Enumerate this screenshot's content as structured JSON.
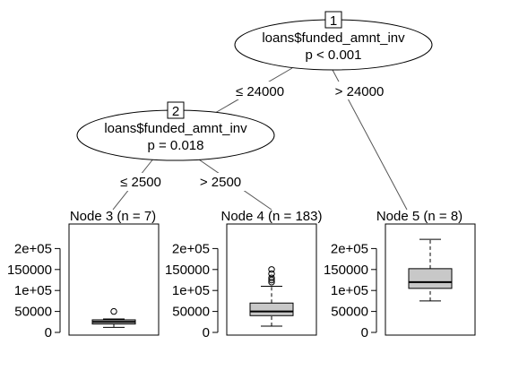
{
  "tree": {
    "nodes": [
      {
        "id": "1",
        "variable": "loans$funded_amnt_inv",
        "p_value": "p < 0.001"
      },
      {
        "id": "2",
        "variable": "loans$funded_amnt_inv",
        "p_value": "p = 0.018"
      }
    ],
    "edges": [
      {
        "from": "1",
        "to": "2",
        "label": "≤ 24000"
      },
      {
        "from": "1",
        "to": "5",
        "label": "> 24000"
      },
      {
        "from": "2",
        "to": "3",
        "label": "≤ 2500"
      },
      {
        "from": "2",
        "to": "4",
        "label": "> 2500"
      }
    ]
  },
  "chart_data": [
    {
      "type": "box",
      "title": "Node 3 (n = 7)",
      "ylim": [
        0,
        250000
      ],
      "yticks": [
        0,
        50000,
        100000,
        150000,
        200000
      ],
      "ytick_labels": [
        "0",
        "50000",
        "1e+05",
        "150000",
        "2e+05"
      ],
      "box": {
        "whisker_low": 12000,
        "q1": 20000,
        "median": 25000,
        "q3": 30000,
        "whisker_high": 32000
      },
      "outliers": [
        50000
      ]
    },
    {
      "type": "box",
      "title": "Node 4 (n = 183)",
      "ylim": [
        0,
        250000
      ],
      "yticks": [
        0,
        50000,
        100000,
        150000,
        200000
      ],
      "ytick_labels": [
        "0",
        "50000",
        "1e+05",
        "150000",
        "2e+05"
      ],
      "box": {
        "whisker_low": 15000,
        "q1": 40000,
        "median": 50000,
        "q3": 70000,
        "whisker_high": 110000
      },
      "outliers": [
        120000,
        125000,
        130000,
        140000,
        150000
      ]
    },
    {
      "type": "box",
      "title": "Node 5 (n = 8)",
      "ylim": [
        0,
        250000
      ],
      "yticks": [
        0,
        50000,
        100000,
        150000,
        200000
      ],
      "ytick_labels": [
        "0",
        "50000",
        "1e+05",
        "150000",
        "2e+05"
      ],
      "box": {
        "whisker_low": 75000,
        "q1": 105000,
        "median": 120000,
        "q3": 152000,
        "whisker_high": 222000
      },
      "outliers": []
    }
  ],
  "colors": {
    "box_fill": "#c8c8c8",
    "line": "#000000",
    "edge": "#555555"
  }
}
